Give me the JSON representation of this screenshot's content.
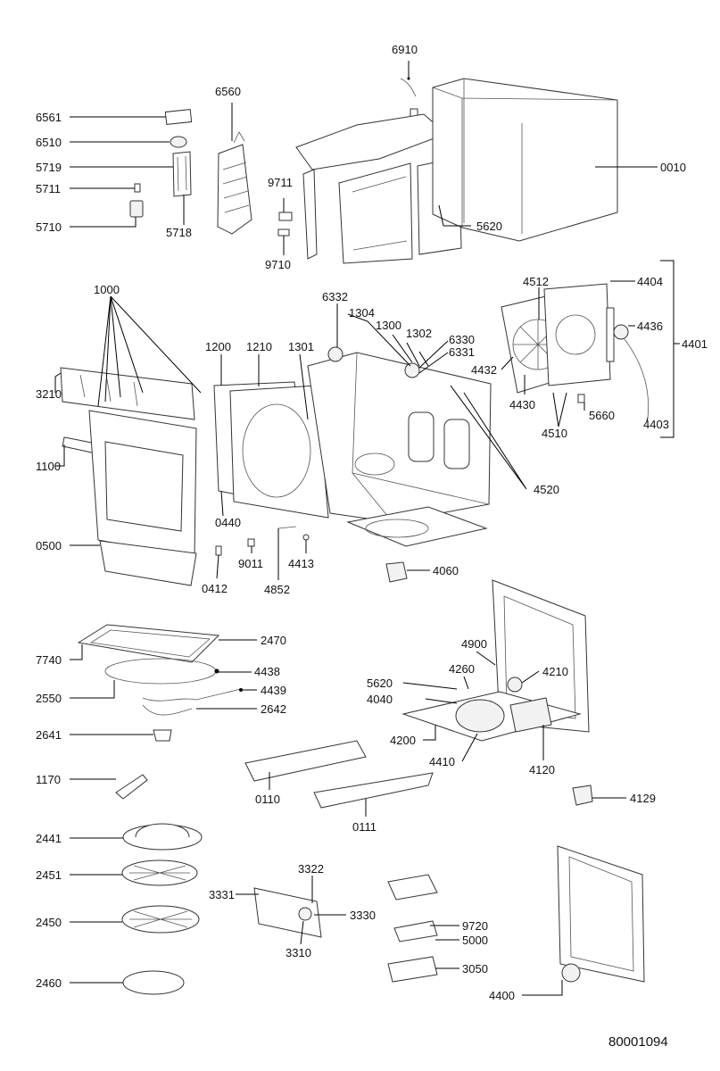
{
  "document_number": "80001094",
  "labels": [
    "6910",
    "6560",
    "6561",
    "6510",
    "5719",
    "5711",
    "5710",
    "5718",
    "9711",
    "9710",
    "0010",
    "5620",
    "1000",
    "6332",
    "1304",
    "1300",
    "1302",
    "6330",
    "6331",
    "4512",
    "4404",
    "4436",
    "4401",
    "4432",
    "4430",
    "4510",
    "5660",
    "4403",
    "1200",
    "1210",
    "1301",
    "3210",
    "1100",
    "0440",
    "0500",
    "0412",
    "9011",
    "4852",
    "4413",
    "4060",
    "4520",
    "2470",
    "7740",
    "4438",
    "2550",
    "4439",
    "2642",
    "2641",
    "1170",
    "0110",
    "0111",
    "4900",
    "4260",
    "4210",
    "5620",
    "4040",
    "4200",
    "4410",
    "4120",
    "4129",
    "2441",
    "2451",
    "2450",
    "2460",
    "3322",
    "3331",
    "3330",
    "3310",
    "9720",
    "5000",
    "3050",
    "4400"
  ]
}
